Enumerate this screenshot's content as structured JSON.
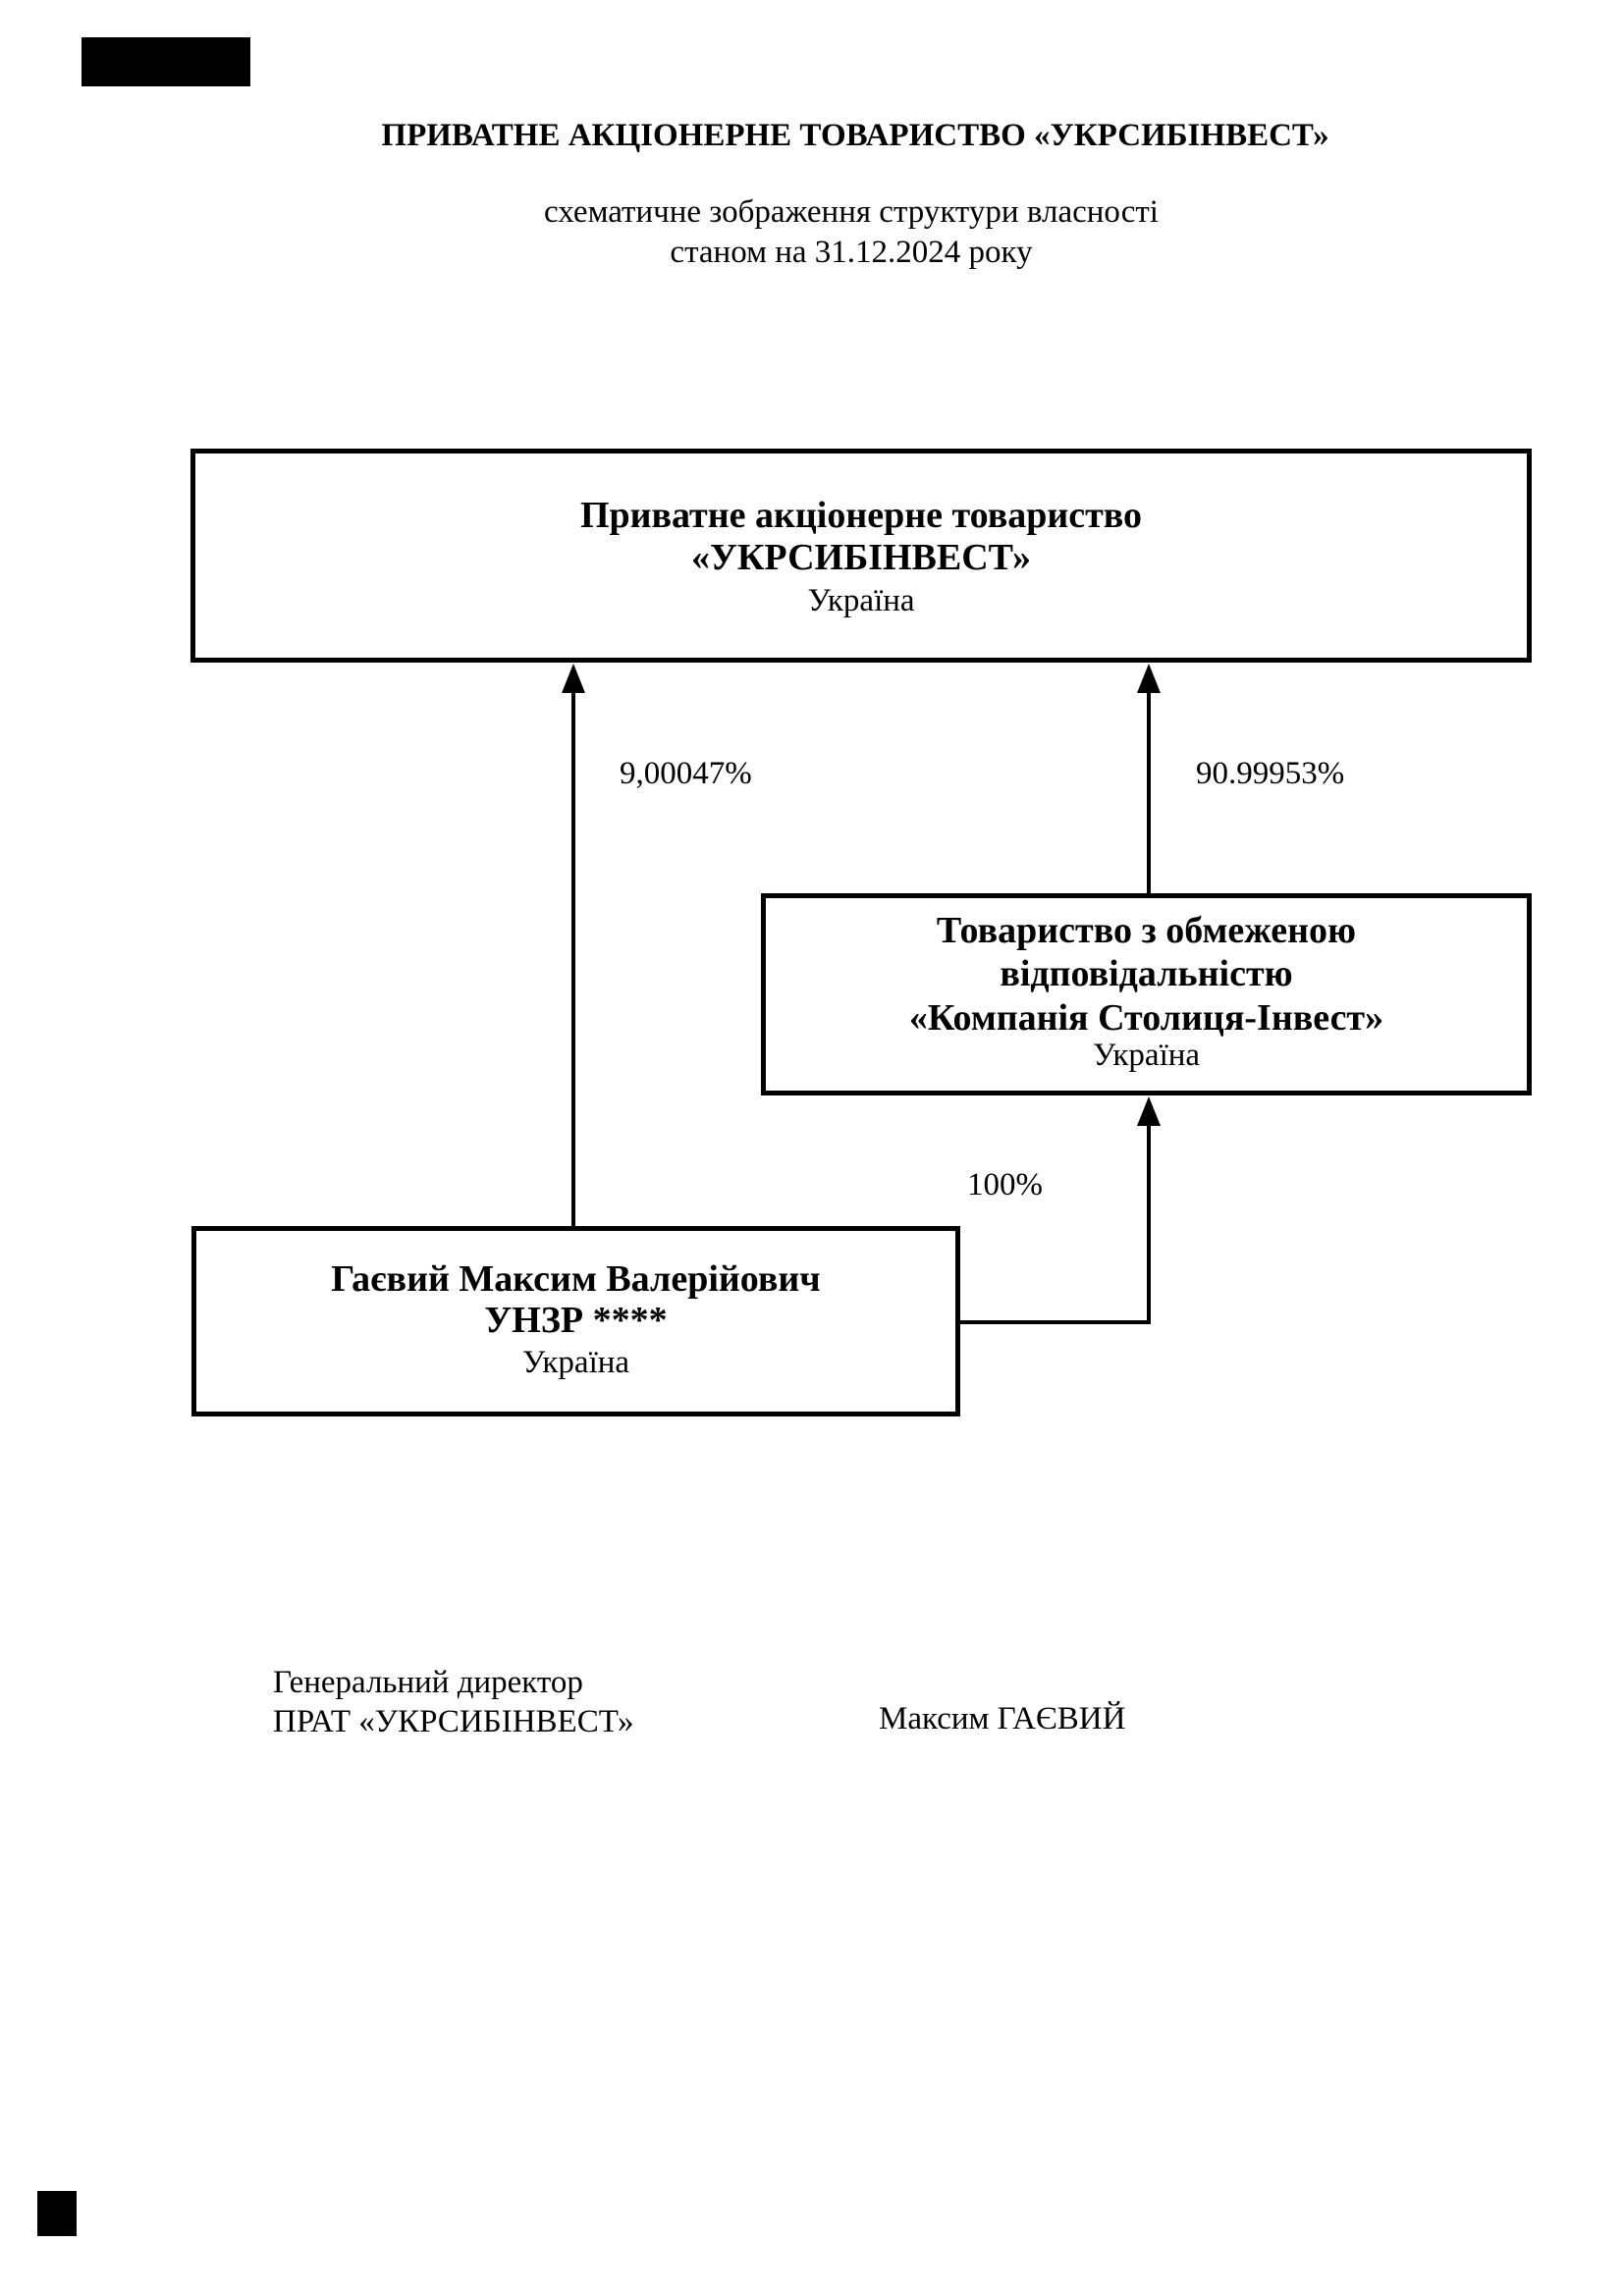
{
  "header": {
    "title": "ПРИВАТНЕ АКЦІОНЕРНЕ ТОВАРИСТВО «УКРСИБІНВЕСТ»",
    "subtitle_line1": "схематичне зображення структури власності",
    "subtitle_line2": "станом на 31.12.2024 року"
  },
  "diagram": {
    "company_box": {
      "name_line1": "Приватне акціонерне товариство",
      "name_line2": "«УКРСИБІНВЕСТ»",
      "country": "Україна"
    },
    "llc_box": {
      "name_line1": "Товариство з обмеженою",
      "name_line2": "відповідальністю",
      "name_line3": "«Компанія Столиця-Інвест»",
      "country": "Україна"
    },
    "person_box": {
      "name": "Гаєвий Максим Валерійович",
      "id_line": "УНЗР ****",
      "country": "Україна"
    },
    "ownership": {
      "person_to_company_percent": "9,00047%",
      "llc_to_company_percent": "90.99953%",
      "person_to_llc_percent": "100%"
    }
  },
  "signature": {
    "position_line1": "Генеральний директор",
    "position_line2": "ПРАТ «УКРСИБІНВЕСТ»",
    "name": "Максим ГАЄВИЙ"
  },
  "colors": {
    "ink": "#000000",
    "paper": "#ffffff"
  }
}
